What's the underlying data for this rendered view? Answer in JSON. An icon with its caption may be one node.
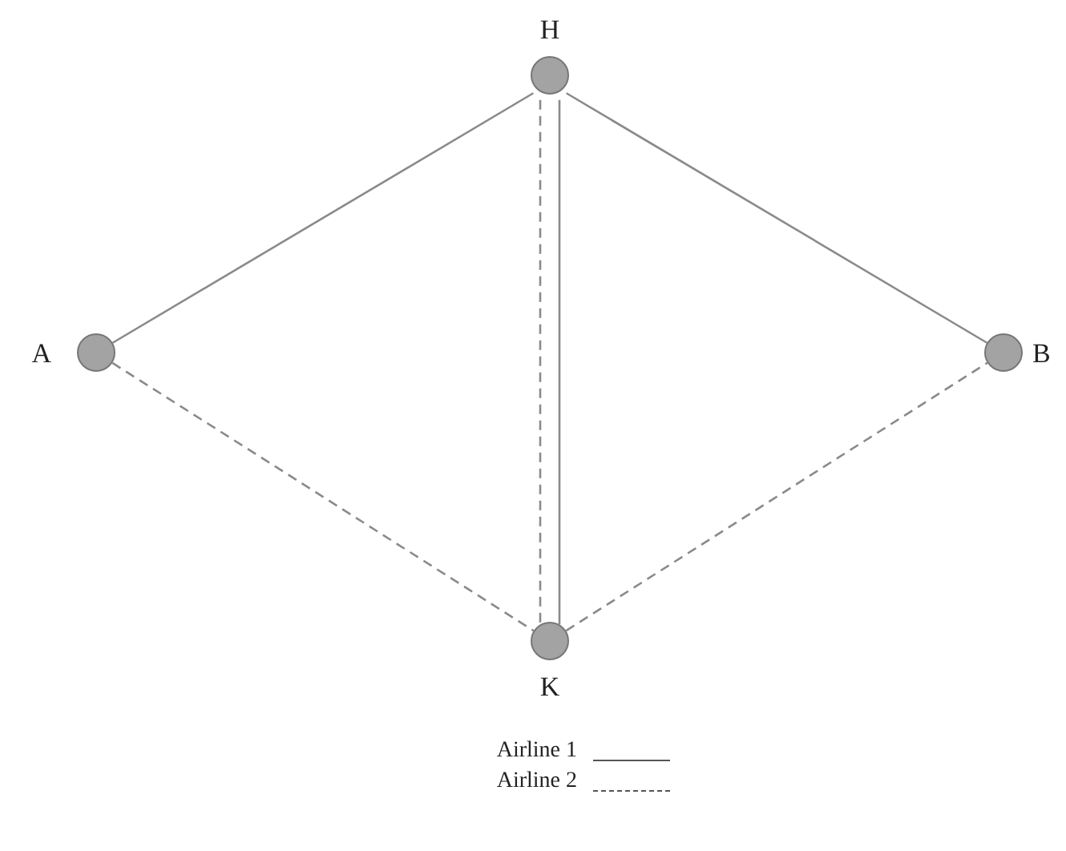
{
  "diagram": {
    "nodes": [
      {
        "text": [
          "H"
        ]
      },
      {
        "text": [
          "A"
        ]
      },
      {
        "text": [
          "B"
        ]
      },
      {
        "text": [
          "K"
        ]
      }
    ],
    "edges": [
      {
        "from": 1,
        "to": 0,
        "arrow": "none"
      },
      {
        "from": 0,
        "to": 2,
        "arrow": "none"
      },
      {
        "from": 0,
        "to": 3,
        "arrow": "none"
      },
      {
        "from": 0,
        "to": 3,
        "arrow": "none",
        "style": "dashed"
      },
      {
        "from": 1,
        "to": 3,
        "arrow": "none",
        "style": "dashed"
      },
      {
        "from": 3,
        "to": 2,
        "arrow": "none",
        "style": "dashed"
      }
    ],
    "legend": [
      {
        "text": "Airline 1"
      },
      {
        "text": "Airline 2"
      }
    ]
  }
}
